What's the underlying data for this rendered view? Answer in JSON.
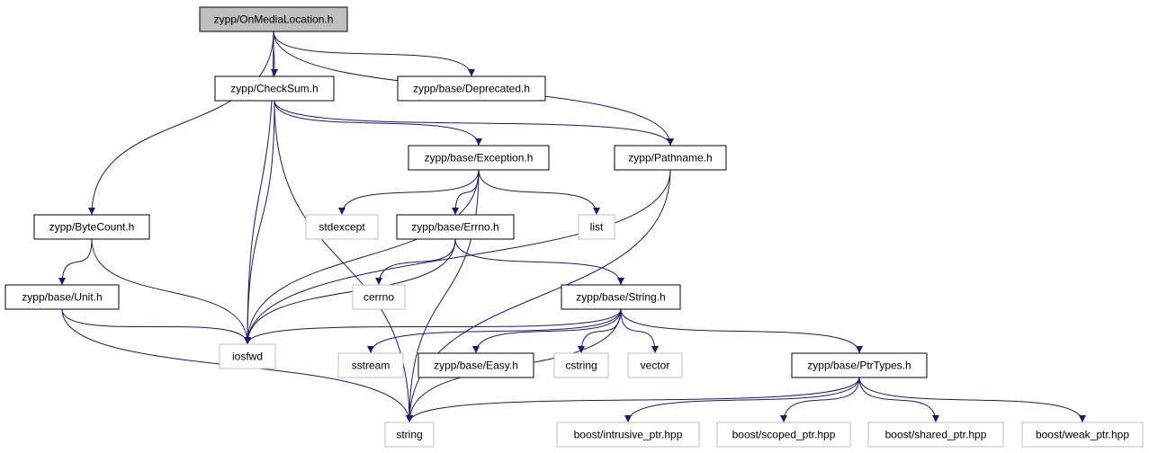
{
  "diagram": {
    "root": "n0",
    "nodes": [
      {
        "id": "n0",
        "label": "zypp/OnMediaLocation.h",
        "kind": "root"
      },
      {
        "id": "n1",
        "label": "zypp/ByteCount.h",
        "kind": "header"
      },
      {
        "id": "n2",
        "label": "iosfwd",
        "kind": "system"
      },
      {
        "id": "n3",
        "label": "zypp/CheckSum.h",
        "kind": "header"
      },
      {
        "id": "n4",
        "label": "zypp/base/Deprecated.h",
        "kind": "header"
      },
      {
        "id": "n5",
        "label": "zypp/Pathname.h",
        "kind": "header"
      },
      {
        "id": "n6",
        "label": "zypp/base/Unit.h",
        "kind": "header"
      },
      {
        "id": "n7",
        "label": "string",
        "kind": "system"
      },
      {
        "id": "n8",
        "label": "zypp/base/Exception.h",
        "kind": "header"
      },
      {
        "id": "n9",
        "label": "stdexcept",
        "kind": "system"
      },
      {
        "id": "n10",
        "label": "zypp/base/Errno.h",
        "kind": "header"
      },
      {
        "id": "n11",
        "label": "list",
        "kind": "system"
      },
      {
        "id": "n12",
        "label": "cerrno",
        "kind": "system"
      },
      {
        "id": "n13",
        "label": "zypp/base/String.h",
        "kind": "header"
      },
      {
        "id": "n14",
        "label": "sstream",
        "kind": "system"
      },
      {
        "id": "n15",
        "label": "zypp/base/Easy.h",
        "kind": "header"
      },
      {
        "id": "n16",
        "label": "cstring",
        "kind": "system"
      },
      {
        "id": "n17",
        "label": "vector",
        "kind": "system"
      },
      {
        "id": "n18",
        "label": "zypp/base/PtrTypes.h",
        "kind": "header"
      },
      {
        "id": "n19",
        "label": "boost/intrusive_ptr.hpp",
        "kind": "system"
      },
      {
        "id": "n20",
        "label": "boost/scoped_ptr.hpp",
        "kind": "system"
      },
      {
        "id": "n21",
        "label": "boost/shared_ptr.hpp",
        "kind": "system"
      },
      {
        "id": "n22",
        "label": "boost/weak_ptr.hpp",
        "kind": "system"
      }
    ],
    "edges": [
      [
        "n0",
        "n1"
      ],
      [
        "n0",
        "n2"
      ],
      [
        "n0",
        "n3"
      ],
      [
        "n0",
        "n4"
      ],
      [
        "n0",
        "n5"
      ],
      [
        "n1",
        "n6"
      ],
      [
        "n1",
        "n2"
      ],
      [
        "n3",
        "n2"
      ],
      [
        "n3",
        "n7"
      ],
      [
        "n3",
        "n8"
      ],
      [
        "n3",
        "n5"
      ],
      [
        "n5",
        "n2"
      ],
      [
        "n5",
        "n7"
      ],
      [
        "n6",
        "n2"
      ],
      [
        "n6",
        "n7"
      ],
      [
        "n8",
        "n9"
      ],
      [
        "n8",
        "n10"
      ],
      [
        "n8",
        "n11"
      ],
      [
        "n8",
        "n2"
      ],
      [
        "n8",
        "n7"
      ],
      [
        "n10",
        "n12"
      ],
      [
        "n10",
        "n13"
      ],
      [
        "n10",
        "n2"
      ],
      [
        "n13",
        "n2"
      ],
      [
        "n13",
        "n7"
      ],
      [
        "n13",
        "n14"
      ],
      [
        "n13",
        "n15"
      ],
      [
        "n13",
        "n16"
      ],
      [
        "n13",
        "n17"
      ],
      [
        "n13",
        "n18"
      ],
      [
        "n18",
        "n7"
      ],
      [
        "n18",
        "n19"
      ],
      [
        "n18",
        "n20"
      ],
      [
        "n18",
        "n21"
      ],
      [
        "n18",
        "n22"
      ]
    ]
  },
  "colors": {
    "edge": "#191970",
    "root_fill": "#bfbfbf",
    "header_border": "#000000",
    "system_border": "#bfbfbf",
    "node_fill": "#ffffff"
  }
}
